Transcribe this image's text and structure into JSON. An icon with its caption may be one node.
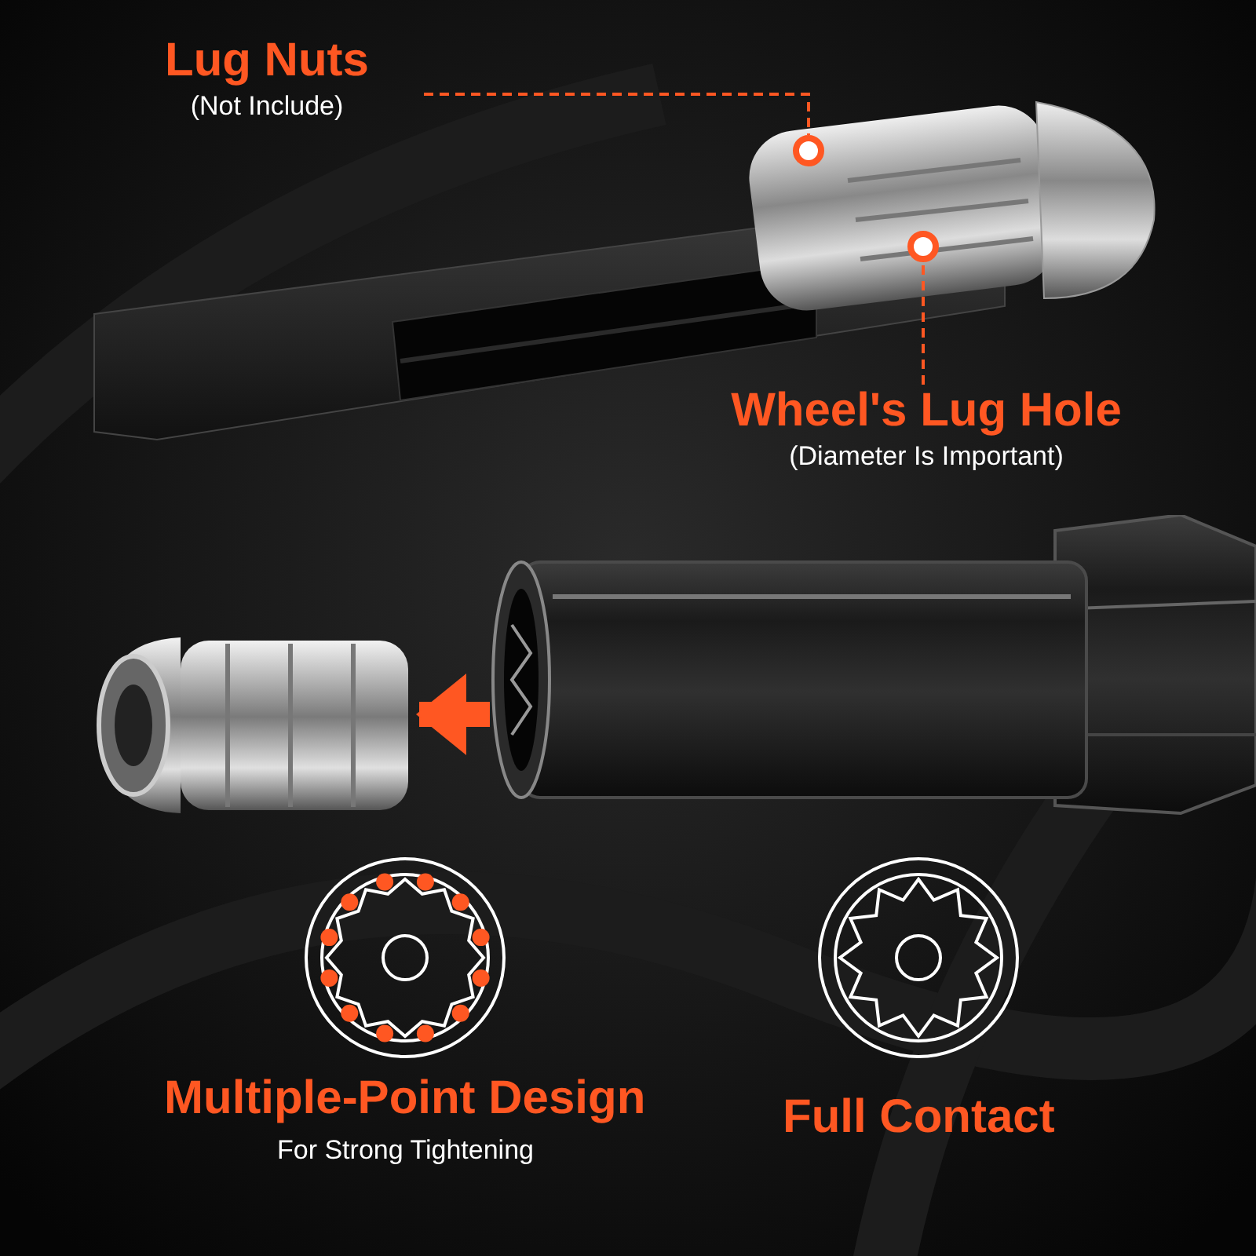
{
  "diagram": {
    "nodes": [
      {
        "text": [
          "Lug Nuts",
          "(Not Include)"
        ]
      },
      {
        "text": [],
        "shape": "circle"
      },
      {
        "text": [
          "Wheel's Lug Hole",
          "(Diameter Is Important)"
        ]
      },
      {
        "text": [],
        "shape": "circle"
      },
      {
        "text": [],
        "shape": "picture"
      },
      {
        "text": [],
        "shape": "picture"
      }
    ],
    "edges": [
      {
        "from": 0,
        "to": 1,
        "arrow": "none",
        "style": "dashed"
      },
      {
        "from": 2,
        "to": 3,
        "arrow": "none",
        "style": "dashed"
      },
      {
        "from": 5,
        "to": 4,
        "arrow": "to",
        "style": "thick"
      }
    ],
    "labels": [
      "Multiple-Point Design",
      "For Strong Tightening",
      "Full Contact"
    ]
  }
}
